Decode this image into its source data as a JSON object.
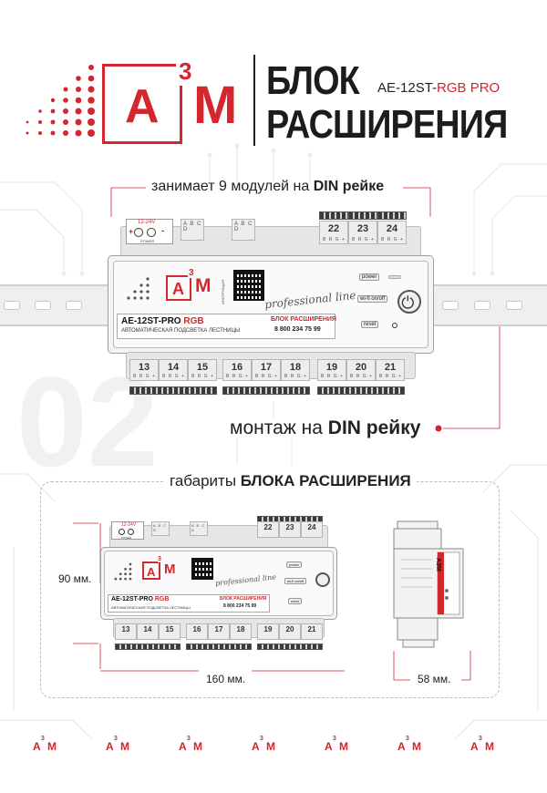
{
  "header": {
    "logo_a": "А",
    "logo_sup": "3",
    "logo_m": "М",
    "title_line1": "БЛОК",
    "title_line2": "РАСШИРЕНИЯ",
    "model_prefix": "AE-12ST-",
    "model_suffix": "RGB PRO"
  },
  "labels": {
    "modules_prefix": "занимает 9 модулей на ",
    "modules_bold": "DIN рейке",
    "din_prefix": "монтаж на ",
    "din_bold": "DIN рейку",
    "dims_prefix": "габариты ",
    "dims_bold": "БЛОКА РАСШИРЕНИЯ",
    "big_number": "02"
  },
  "dimensions": {
    "height": "90 мм.",
    "width": "160 мм.",
    "depth": "58 мм."
  },
  "device": {
    "power_label": "12-24V",
    "power_sub": "POWER",
    "abcd": "A B C D",
    "top_terminals": [
      "22",
      "23",
      "24"
    ],
    "bottom_terminals": [
      "13",
      "14",
      "15",
      "16",
      "17",
      "18",
      "19",
      "20",
      "21"
    ],
    "brg": "B R G +",
    "qr_caption": "ИНСТРУКЦИЯ",
    "pro_line": "professional line",
    "btn_power": "power",
    "btn_wifi": "wi-fi on/off",
    "btn_reset": "reset",
    "model": "AE-12ST-PRO",
    "model_rgb": "RGB",
    "model_desc": "АВТОМАТИЧЕСКАЯ ПОДСВЕТКА ЛЕСТНИЦЫ",
    "block_label": "БЛОК РАСШИРЕНИЯ",
    "phone": "8 800 234 75 99"
  },
  "side_view": {
    "logo": "А3М"
  },
  "colors": {
    "brand_red": "#d3262d",
    "text_dark": "#1c1c1c"
  }
}
